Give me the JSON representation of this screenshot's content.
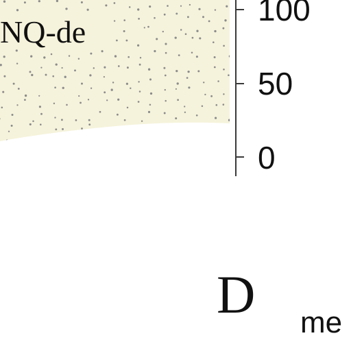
{
  "section": {
    "unit_label": "NQ-de",
    "unit_fill": "#f6f3dc",
    "stipple_color": "#8c8c8c"
  },
  "scale": {
    "ticks": [
      "100",
      "50",
      "0"
    ]
  },
  "panel_letter": "D",
  "bottom_label": "me"
}
